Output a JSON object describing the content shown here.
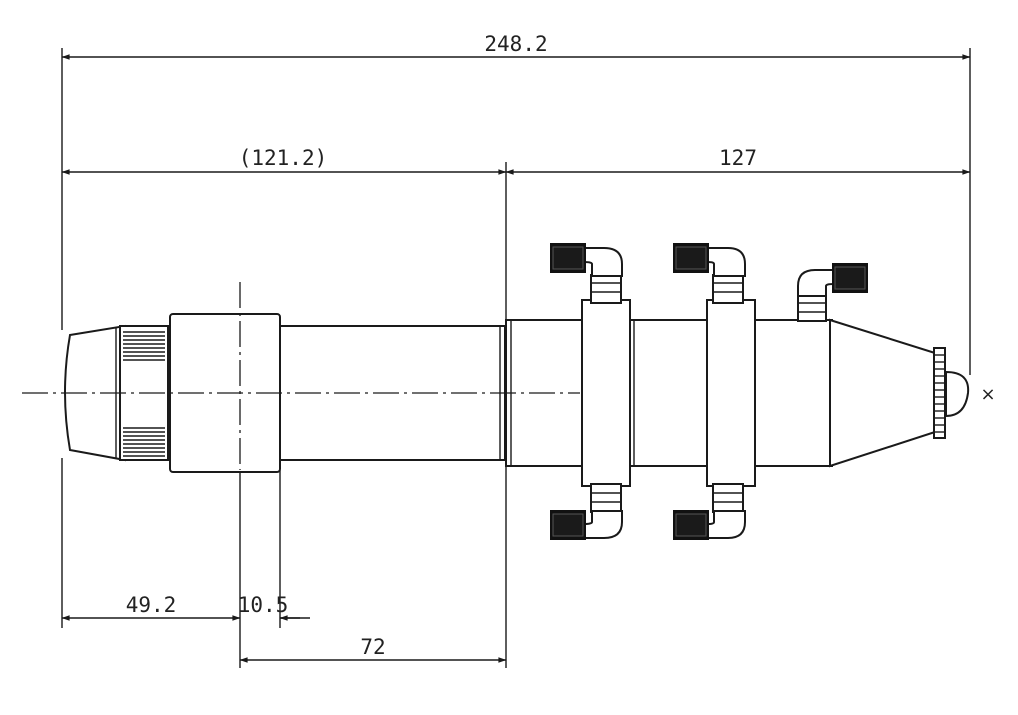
{
  "drawing": {
    "dimensions": {
      "overall_length": "248.2",
      "front_length": "(121.2)",
      "rear_length": "127",
      "front_to_centerline": "49.2",
      "collar_offset": "10.5",
      "centerline_to_joint": "72"
    },
    "end_mark": "×"
  }
}
